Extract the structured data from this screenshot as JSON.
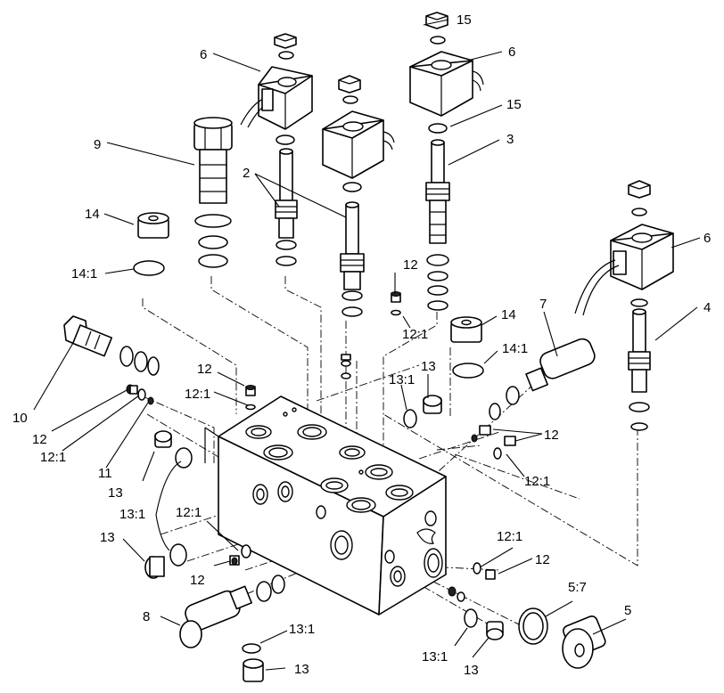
{
  "callouts": {
    "c15a": "15",
    "c6a": "6",
    "c6b": "6",
    "c15b": "15",
    "c9": "9",
    "c3": "3",
    "c2": "2",
    "c14a": "14",
    "c6c": "6",
    "c141a": "14:1",
    "c12a": "12",
    "c14b": "14",
    "c7": "7",
    "c121a": "12:1",
    "c4": "4",
    "c10": "10",
    "c141b": "14:1",
    "c12b": "12",
    "c13a": "13",
    "c121b": "12:1",
    "c131a": "13:1",
    "c12c": "12",
    "c121c": "12:1",
    "c12d": "12",
    "c11": "11",
    "c13b": "13",
    "c121d": "12:1",
    "c131b": "13:1",
    "c121e": "12:1",
    "c121f": "12:1",
    "c13c": "13",
    "c12e": "12",
    "c12f": "12",
    "c57": "5:7",
    "c8": "8",
    "c5": "5",
    "c131c": "13:1",
    "c131d": "13:1",
    "c13d": "13",
    "c13e": "13"
  }
}
